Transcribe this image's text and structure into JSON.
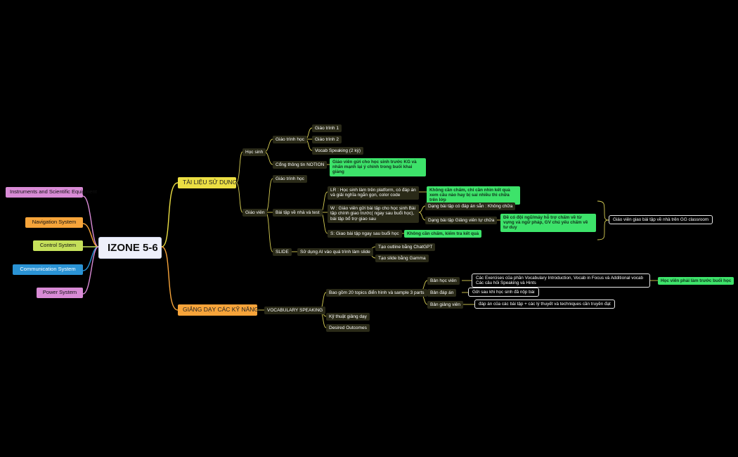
{
  "root": "IZONE 5-6",
  "left_branches": {
    "instruments": "Instruments and Scientific Equipment",
    "navigation": "Navigation System",
    "control": "Control System",
    "communication": "Communication System",
    "power": "Power System"
  },
  "tai_lieu": {
    "label": "TÀI LIỆU SỬ DỤNG",
    "hoc_sinh": {
      "label": "Học sinh",
      "giao_trinh_hoc": "Giáo trình học",
      "giao_trinh_1": "Giáo trình 1",
      "giao_trinh_2": "Giáo trình 2",
      "vocab_speaking": "Vocab Speaking (2 kỳ)",
      "cong_thong_tin": "Cổng thông tin NOTION",
      "notion_note": "Giáo viên gửi cho học sinh trước KG và nhấn mạnh lại ý chính trong buổi khai giảng"
    },
    "giao_vien": {
      "label": "Giáo viên",
      "giao_trinh_hoc": "Giáo trình học",
      "bai_tap": "Bài tập về nhà và test",
      "lr": "LR : Học sinh làm trên platform, có đáp án và giải nghĩa ngắn gọn, color code",
      "lr_note": "Không cần chấm, chỉ cần nhìn kết quả xem câu nào hay bị sai nhiều thì chữa trên lớp",
      "w": "W : Giáo viên gửi bài tập cho học sinh Bài tập chính giao trước( ngay sau buổi học), bài tập bổ trợ giao sau",
      "w_type1": "Dạng bài tập có đáp án sẵn : Không chữa",
      "w_type2": "Dạng bài tập Giảng viên tự chữa",
      "w_type2_note": "Đề có đội ngũ/máy hỗ trợ chấm về từ vựng và ngữ pháp, GV chú yếu chấm về tư duy",
      "gg_classroom": "Giáo viên giao bài tập về nhà trên GG classroom",
      "s": "S: Giao bài tập ngay sau buổi học",
      "s_note": "Không cần chấm, kiểm tra kết quả",
      "slide": "SLIDE",
      "slide_ai": "Sử dụng AI vào quá trình làm slide",
      "chatgpt": "Tạo outline bằng ChatGPT",
      "gamma": "Tạo slide bằng Gamma"
    }
  },
  "giang_day": {
    "label": "GIẢNG DẠY CÁC KỸ NĂNG",
    "vocab_speaking": "VOCABULARY SPEAKING",
    "bao_gom": "Bao gồm 20 topics điển hình và sample 3 parts",
    "ban_hoc_vien": "Bản học viên",
    "ban_hoc_vien_note": "Các Exercises của phần Vocabulary Introduction, Vocab in Focus và Additional vocab Các câu hỏi Speaking và Hints",
    "hoc_vien_note": "Học viên phải làm trước buổi học",
    "ban_dap_an": "Bản đáp án",
    "ban_dap_an_note": "Gửi sau khi học sinh đã nộp bài",
    "ban_giang_vien": "Bản giảng viên",
    "ban_giang_vien_note": "đáp án của các bài tập + các lý thuyết và techniques cần truyền đạt",
    "ky_thuat": "Kỹ thuật giảng dạy",
    "desired": "Desired Outcomes"
  },
  "colors": {
    "background": "#000000",
    "yellow_branch": "#ecdf43",
    "orange_branch": "#f7a43a",
    "green_note": "#3de36a",
    "dark_node": "#2a2a18",
    "pink": "#d98bd6",
    "navigation_orange": "#f6a43a",
    "control_green": "#c5e05a",
    "communication_blue": "#2a93d5",
    "power_pink": "#d98bd6"
  }
}
